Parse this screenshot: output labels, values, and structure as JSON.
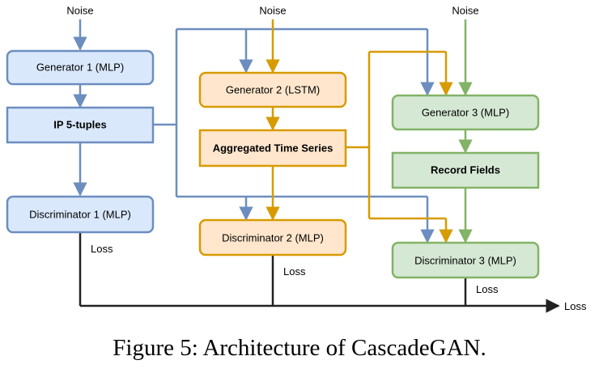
{
  "noise_labels": [
    "Noise",
    "Noise",
    "Noise"
  ],
  "boxes": {
    "gen1": "Generator 1 (MLP)",
    "ip_tuples": "IP 5-tuples",
    "disc1": "Discriminator 1 (MLP)",
    "gen2": "Generator 2 (LSTM)",
    "agg_series": "Aggregated Time Series",
    "disc2": "Discriminator 2 (MLP)",
    "gen3": "Generator 3 (MLP)",
    "record_fields": "Record Fields",
    "disc3": "Discriminator 3 (MLP)"
  },
  "loss_labels": [
    "Loss",
    "Loss",
    "Loss",
    "Loss"
  ],
  "caption": "Figure 5: Architecture of CascadeGAN.",
  "colors": {
    "blue_stroke": "#6c8ebf",
    "blue_fill": "#dae8fc",
    "orange_stroke": "#d79b00",
    "orange_fill": "#ffe6cc",
    "green_stroke": "#82b366",
    "green_fill": "#d5e8d4",
    "loss_line": "#222222"
  }
}
